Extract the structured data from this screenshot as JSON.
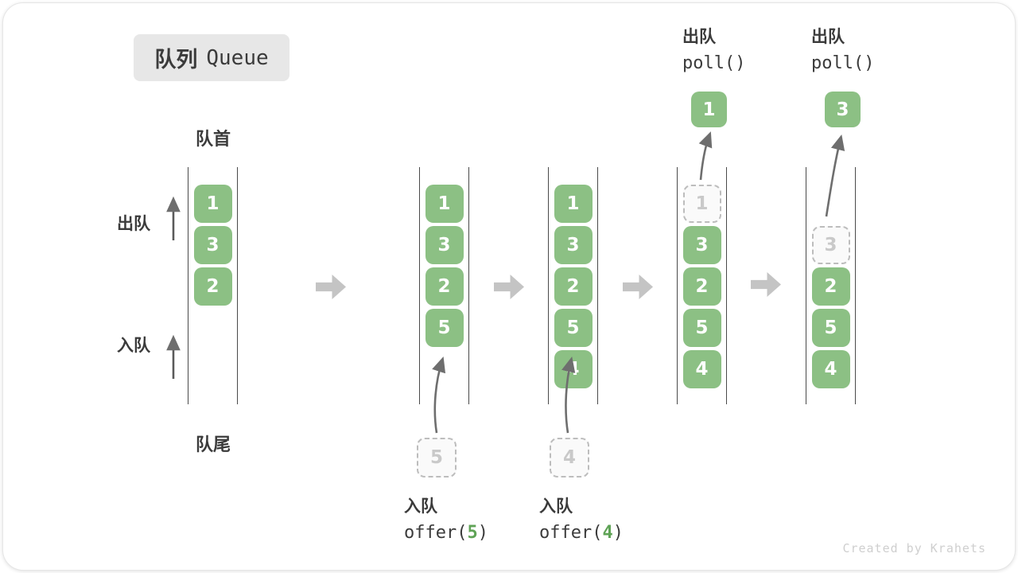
{
  "title": {
    "zh": "队列",
    "en": "Queue"
  },
  "labels": {
    "front": "队首",
    "rear": "队尾",
    "dequeue_side": "出队",
    "enqueue_side": "入队"
  },
  "queue_states": [
    {
      "cells": [
        {
          "value": "1"
        },
        {
          "value": "3"
        },
        {
          "value": "2"
        }
      ]
    },
    {
      "cells": [
        {
          "value": "1"
        },
        {
          "value": "3"
        },
        {
          "value": "2"
        },
        {
          "value": "5"
        }
      ]
    },
    {
      "cells": [
        {
          "value": "1"
        },
        {
          "value": "3"
        },
        {
          "value": "2"
        },
        {
          "value": "5"
        },
        {
          "value": "4"
        }
      ]
    },
    {
      "cells": [
        {
          "value": "1",
          "ghost": true
        },
        {
          "value": "3"
        },
        {
          "value": "2"
        },
        {
          "value": "5"
        },
        {
          "value": "4"
        }
      ]
    },
    {
      "cells": [
        {
          "value": "3",
          "ghost": true
        },
        {
          "value": "2"
        },
        {
          "value": "5"
        },
        {
          "value": "4"
        }
      ]
    }
  ],
  "enqueue_ops": [
    {
      "label": "入队",
      "code_fn": "offer(",
      "code_arg": "5",
      "code_close": ")",
      "incoming_value": "5"
    },
    {
      "label": "入队",
      "code_fn": "offer(",
      "code_arg": "4",
      "code_close": ")",
      "incoming_value": "4"
    }
  ],
  "dequeue_ops": [
    {
      "label": "出队",
      "code": "poll()",
      "removed_value": "1"
    },
    {
      "label": "出队",
      "code": "poll()",
      "removed_value": "3"
    }
  ],
  "watermark": "Created by Krahets",
  "colors": {
    "cell_green": "#8CC084",
    "code_arg_green": "#5FA356",
    "ghost_border": "#BDBDBD",
    "ghost_text": "#C9C9C9",
    "channel_line": "#4A4A4A",
    "block_arrow": "#C4C4C4",
    "thin_arrow": "#6E6E6E",
    "text": "#3B3B3B",
    "title_bg": "#E7E7E7",
    "watermark": "#CFCFCF"
  }
}
